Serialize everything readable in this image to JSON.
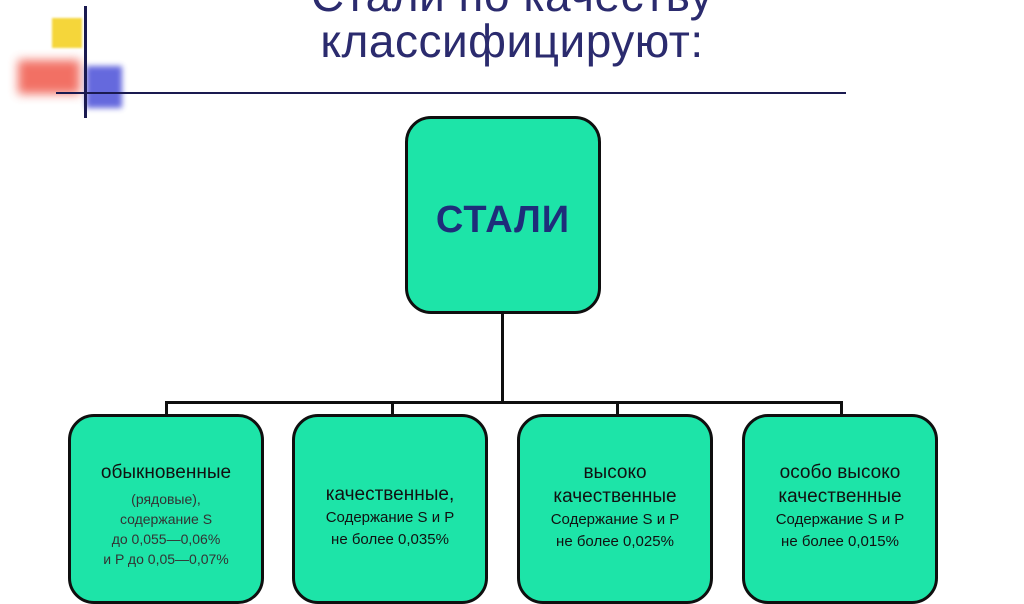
{
  "title": {
    "line1": "Стали по качеству",
    "line2": "классифицируют:"
  },
  "root": {
    "label": "СТАЛИ"
  },
  "leaves": [
    {
      "name": "обыкновенные",
      "details": [
        "(рядовые),",
        "содержание S",
        "до 0,055—0,06%",
        "и P до 0,05—0,07%"
      ]
    },
    {
      "name": "качественные,",
      "details": [
        "Содержание S и P",
        "не более 0,035%"
      ]
    },
    {
      "name_lines": [
        "высоко",
        "качественные"
      ],
      "details": [
        "Содержание S и P",
        "не более 0,025%"
      ]
    },
    {
      "name_lines": [
        "особо высоко",
        "качественные"
      ],
      "details": [
        "Содержание S и P",
        "не более 0,015%"
      ]
    }
  ],
  "colors": {
    "box_fill": "#1de4a8",
    "title_text": "#2b2b6e",
    "root_text": "#1e2d7a"
  }
}
